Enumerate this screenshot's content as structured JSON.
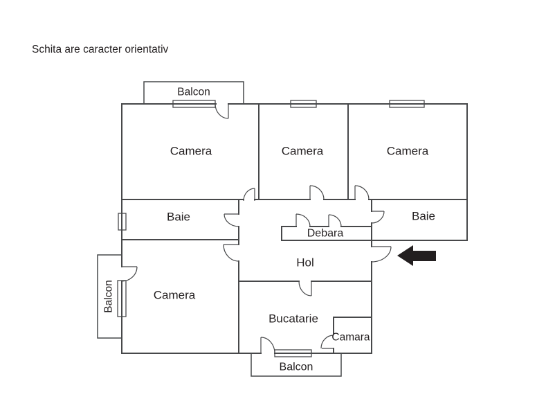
{
  "title": "Schita are caracter orientativ",
  "rooms": {
    "camera_top_left": "Camera",
    "camera_top_middle": "Camera",
    "camera_top_right": "Camera",
    "baie_left": "Baie",
    "baie_right": "Baie",
    "debara": "Debara",
    "hol": "Hol",
    "camera_bottom_left": "Camera",
    "bucatarie": "Bucatarie",
    "camara": "Camara"
  },
  "balconies": {
    "top": "Balcon",
    "left": "Balcon",
    "bottom": "Balcon"
  },
  "colors": {
    "background": "#ffffff",
    "wall": "#47484a",
    "text": "#231f20",
    "arrow": "#231f20"
  }
}
